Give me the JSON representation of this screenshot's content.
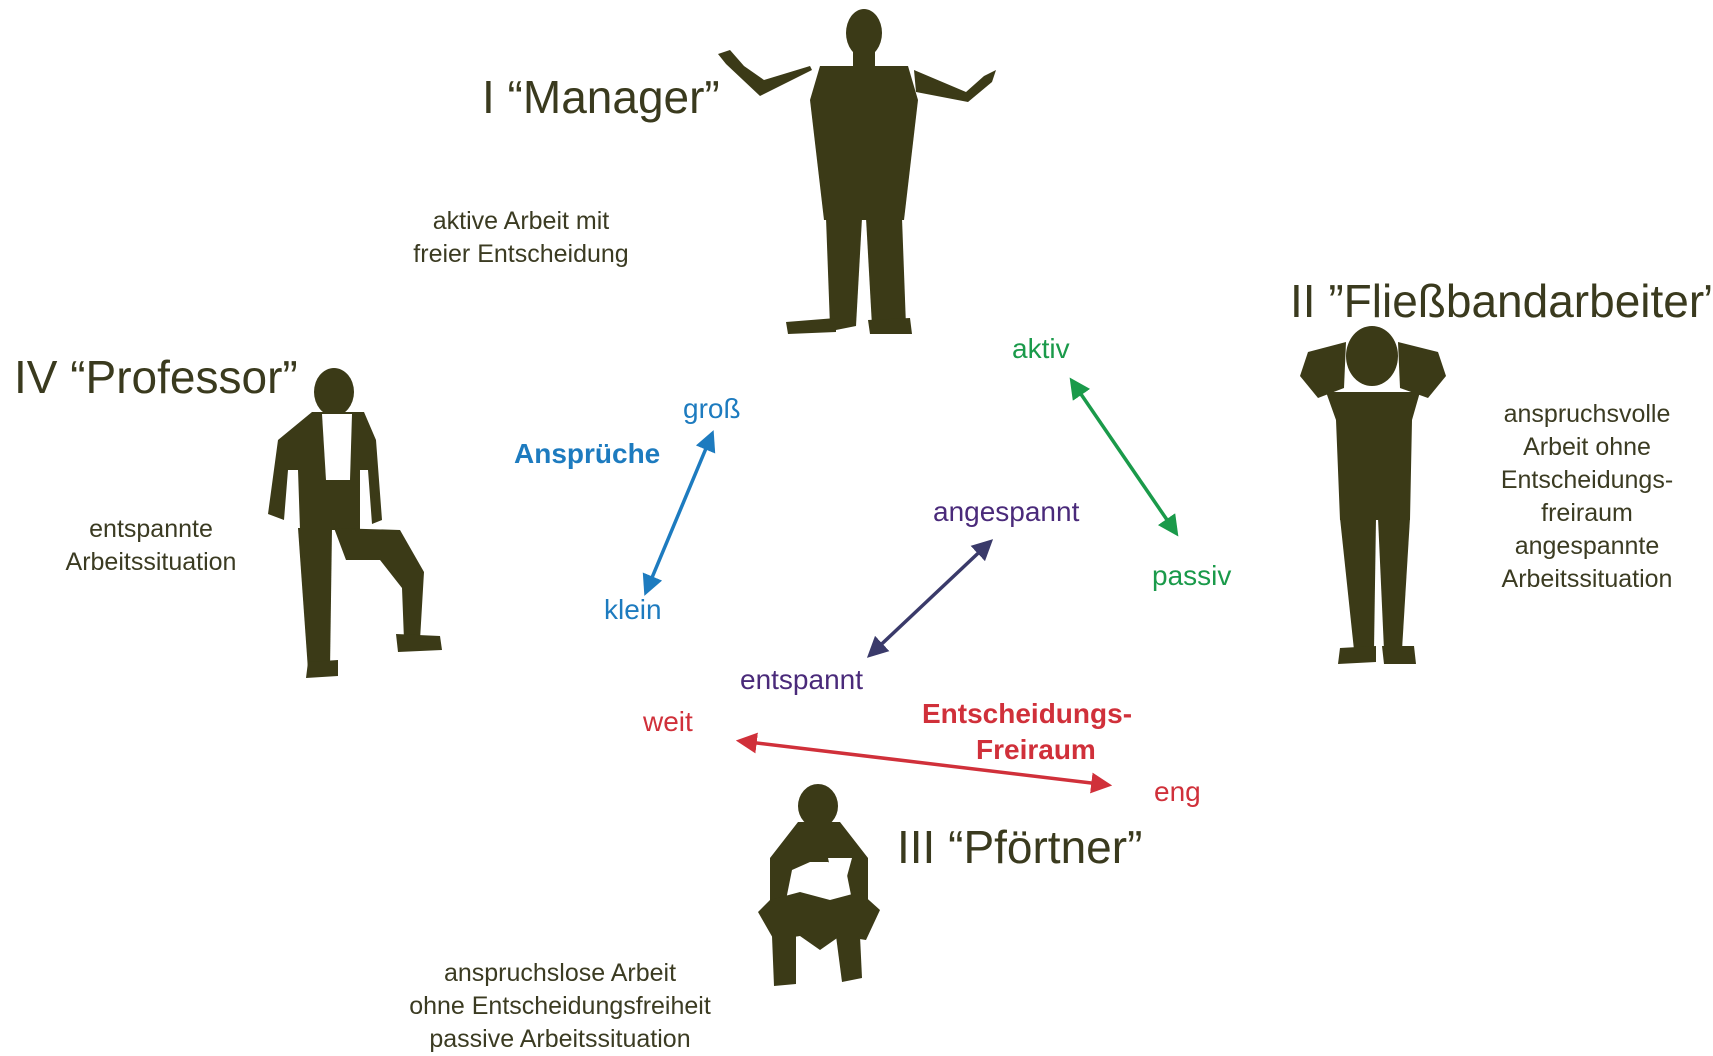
{
  "quadrants": {
    "manager": {
      "title": "I “Manager”",
      "desc": "aktive Arbeit mit\nfreier Entscheidung"
    },
    "fliessband": {
      "title": "II ”Fließbandarbeiter”",
      "desc": "anspruchsvolle\nArbeit ohne\nEntscheidungs-\nfreiraum\nangespannte\nArbeitssituation"
    },
    "pfoertner": {
      "title": "III “Pförtner”",
      "desc": "anspruchslose Arbeit\nohne Entscheidungsfreiheit\npassive Arbeitssituation"
    },
    "professor": {
      "title": "IV “Professor”",
      "desc": "entspannte\nArbeitssituation"
    }
  },
  "axes": {
    "ansprueche": {
      "name": "Ansprüche",
      "high": "groß",
      "low": "klein",
      "color": "#1d7bbf"
    },
    "aktivitaet": {
      "high": "aktiv",
      "low": "passiv",
      "color": "#1a9a4a"
    },
    "spannung": {
      "high": "angespannt",
      "low": "entspannt",
      "color": "#4a2a7a",
      "arrow_color": "#3a3a6a"
    },
    "freiraum": {
      "name_line1": "Entscheidungs-",
      "name_line2": "Freiraum",
      "high": "weit",
      "low": "eng",
      "color": "#d0303a"
    }
  },
  "figure_color": "#3b3a17"
}
